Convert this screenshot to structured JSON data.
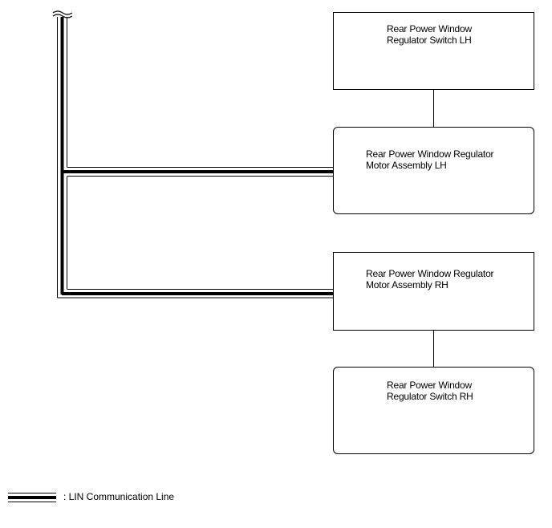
{
  "boxes": {
    "switch_lh": {
      "label": "Rear Power Window\nRegulator Switch LH"
    },
    "motor_lh": {
      "label": "Rear Power Window Regulator\nMotor Assembly LH"
    },
    "motor_rh": {
      "label": "Rear Power Window Regulator\nMotor Assembly RH"
    },
    "switch_rh": {
      "label": "Rear Power Window\nRegulator Switch RH"
    }
  },
  "legend": {
    "label": ": LIN Communication Line"
  },
  "icons": {
    "break_mark": "wire-break-icon"
  }
}
